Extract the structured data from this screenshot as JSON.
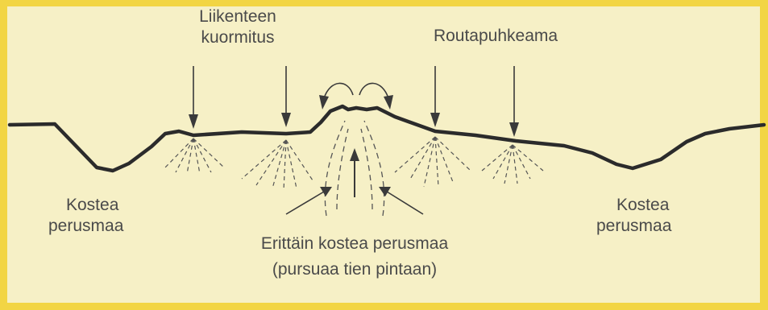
{
  "labels": {
    "traffic_load": [
      "Liikenteen",
      "kuormitus"
    ],
    "frost_heave": "Routapuhkeama",
    "moist_left": [
      "Kostea",
      "perusmaa"
    ],
    "moist_right": [
      "Kostea",
      "perusmaa"
    ],
    "very_moist": [
      "Erittäin kostea perusmaa",
      "(pursuaa tien pintaan)"
    ]
  },
  "colors": {
    "background": "#f6f0c6",
    "border": "#f2d544",
    "line": "#2b2b2b",
    "text": "#4a4a4a"
  }
}
